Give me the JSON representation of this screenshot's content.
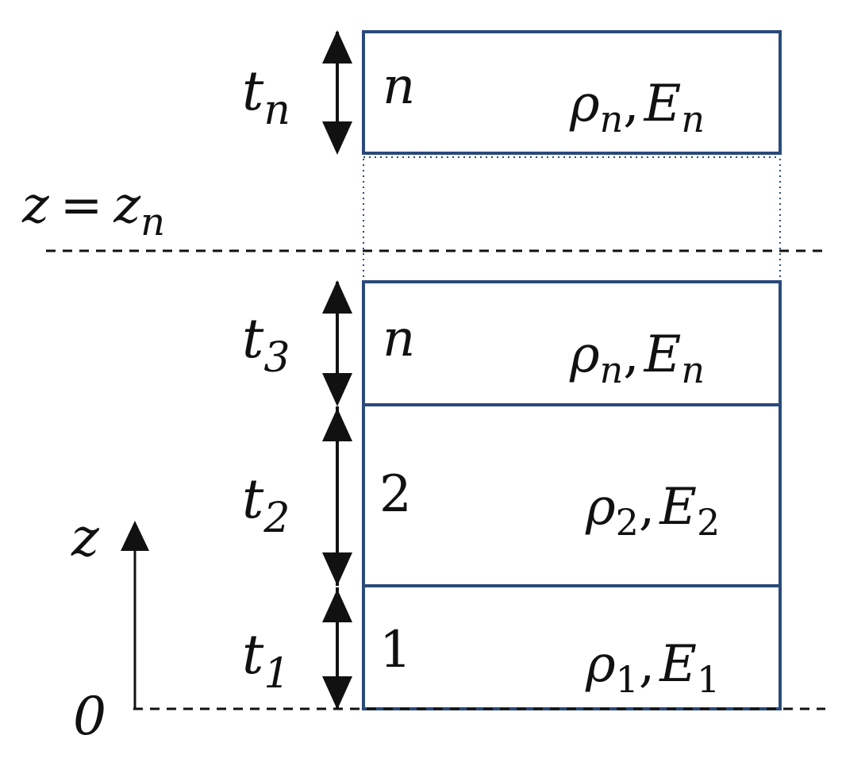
{
  "colors": {
    "layer_border": "#2b4a7a",
    "ink": "#111111"
  },
  "axis": {
    "label": "z",
    "origin_label": "0"
  },
  "interface_label": {
    "lhs": "z",
    "eq": "=",
    "rhs": "z",
    "rhs_sub": "n"
  },
  "layers": [
    {
      "id": "top",
      "thickness": "t",
      "thickness_sub": "n",
      "index": "n",
      "rho": "ρ",
      "rho_sub": "n",
      "modulus": "E",
      "modulus_sub": "n",
      "comma": ","
    },
    {
      "id": "3",
      "thickness": "t",
      "thickness_sub": "3",
      "index": "n",
      "rho": "ρ",
      "rho_sub": "n",
      "modulus": "E",
      "modulus_sub": "n",
      "comma": ","
    },
    {
      "id": "2",
      "thickness": "t",
      "thickness_sub": "2",
      "index": "2",
      "rho": "ρ",
      "rho_sub": "2",
      "modulus": "E",
      "modulus_sub": "2",
      "comma": ","
    },
    {
      "id": "1",
      "thickness": "t",
      "thickness_sub": "1",
      "index": "1",
      "rho": "ρ",
      "rho_sub": "1",
      "modulus": "E",
      "modulus_sub": "1",
      "comma": ","
    }
  ]
}
